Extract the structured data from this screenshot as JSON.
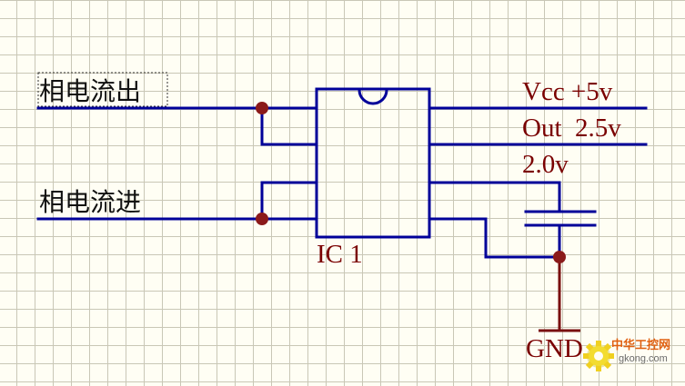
{
  "labels": {
    "current_out": "相电流出",
    "current_in": "相电流进",
    "vcc": "Vcc +5v",
    "out": "Out  2.5v",
    "ref": "2.0v",
    "ic": "IC 1",
    "gnd": "GND"
  },
  "watermark": {
    "brand": "中华工控网",
    "url": "gkong.com"
  },
  "colors": {
    "wire": "#000099",
    "label_text": "#7a0000",
    "junction": "#8b1a1a",
    "watermark": "#e06010"
  }
}
